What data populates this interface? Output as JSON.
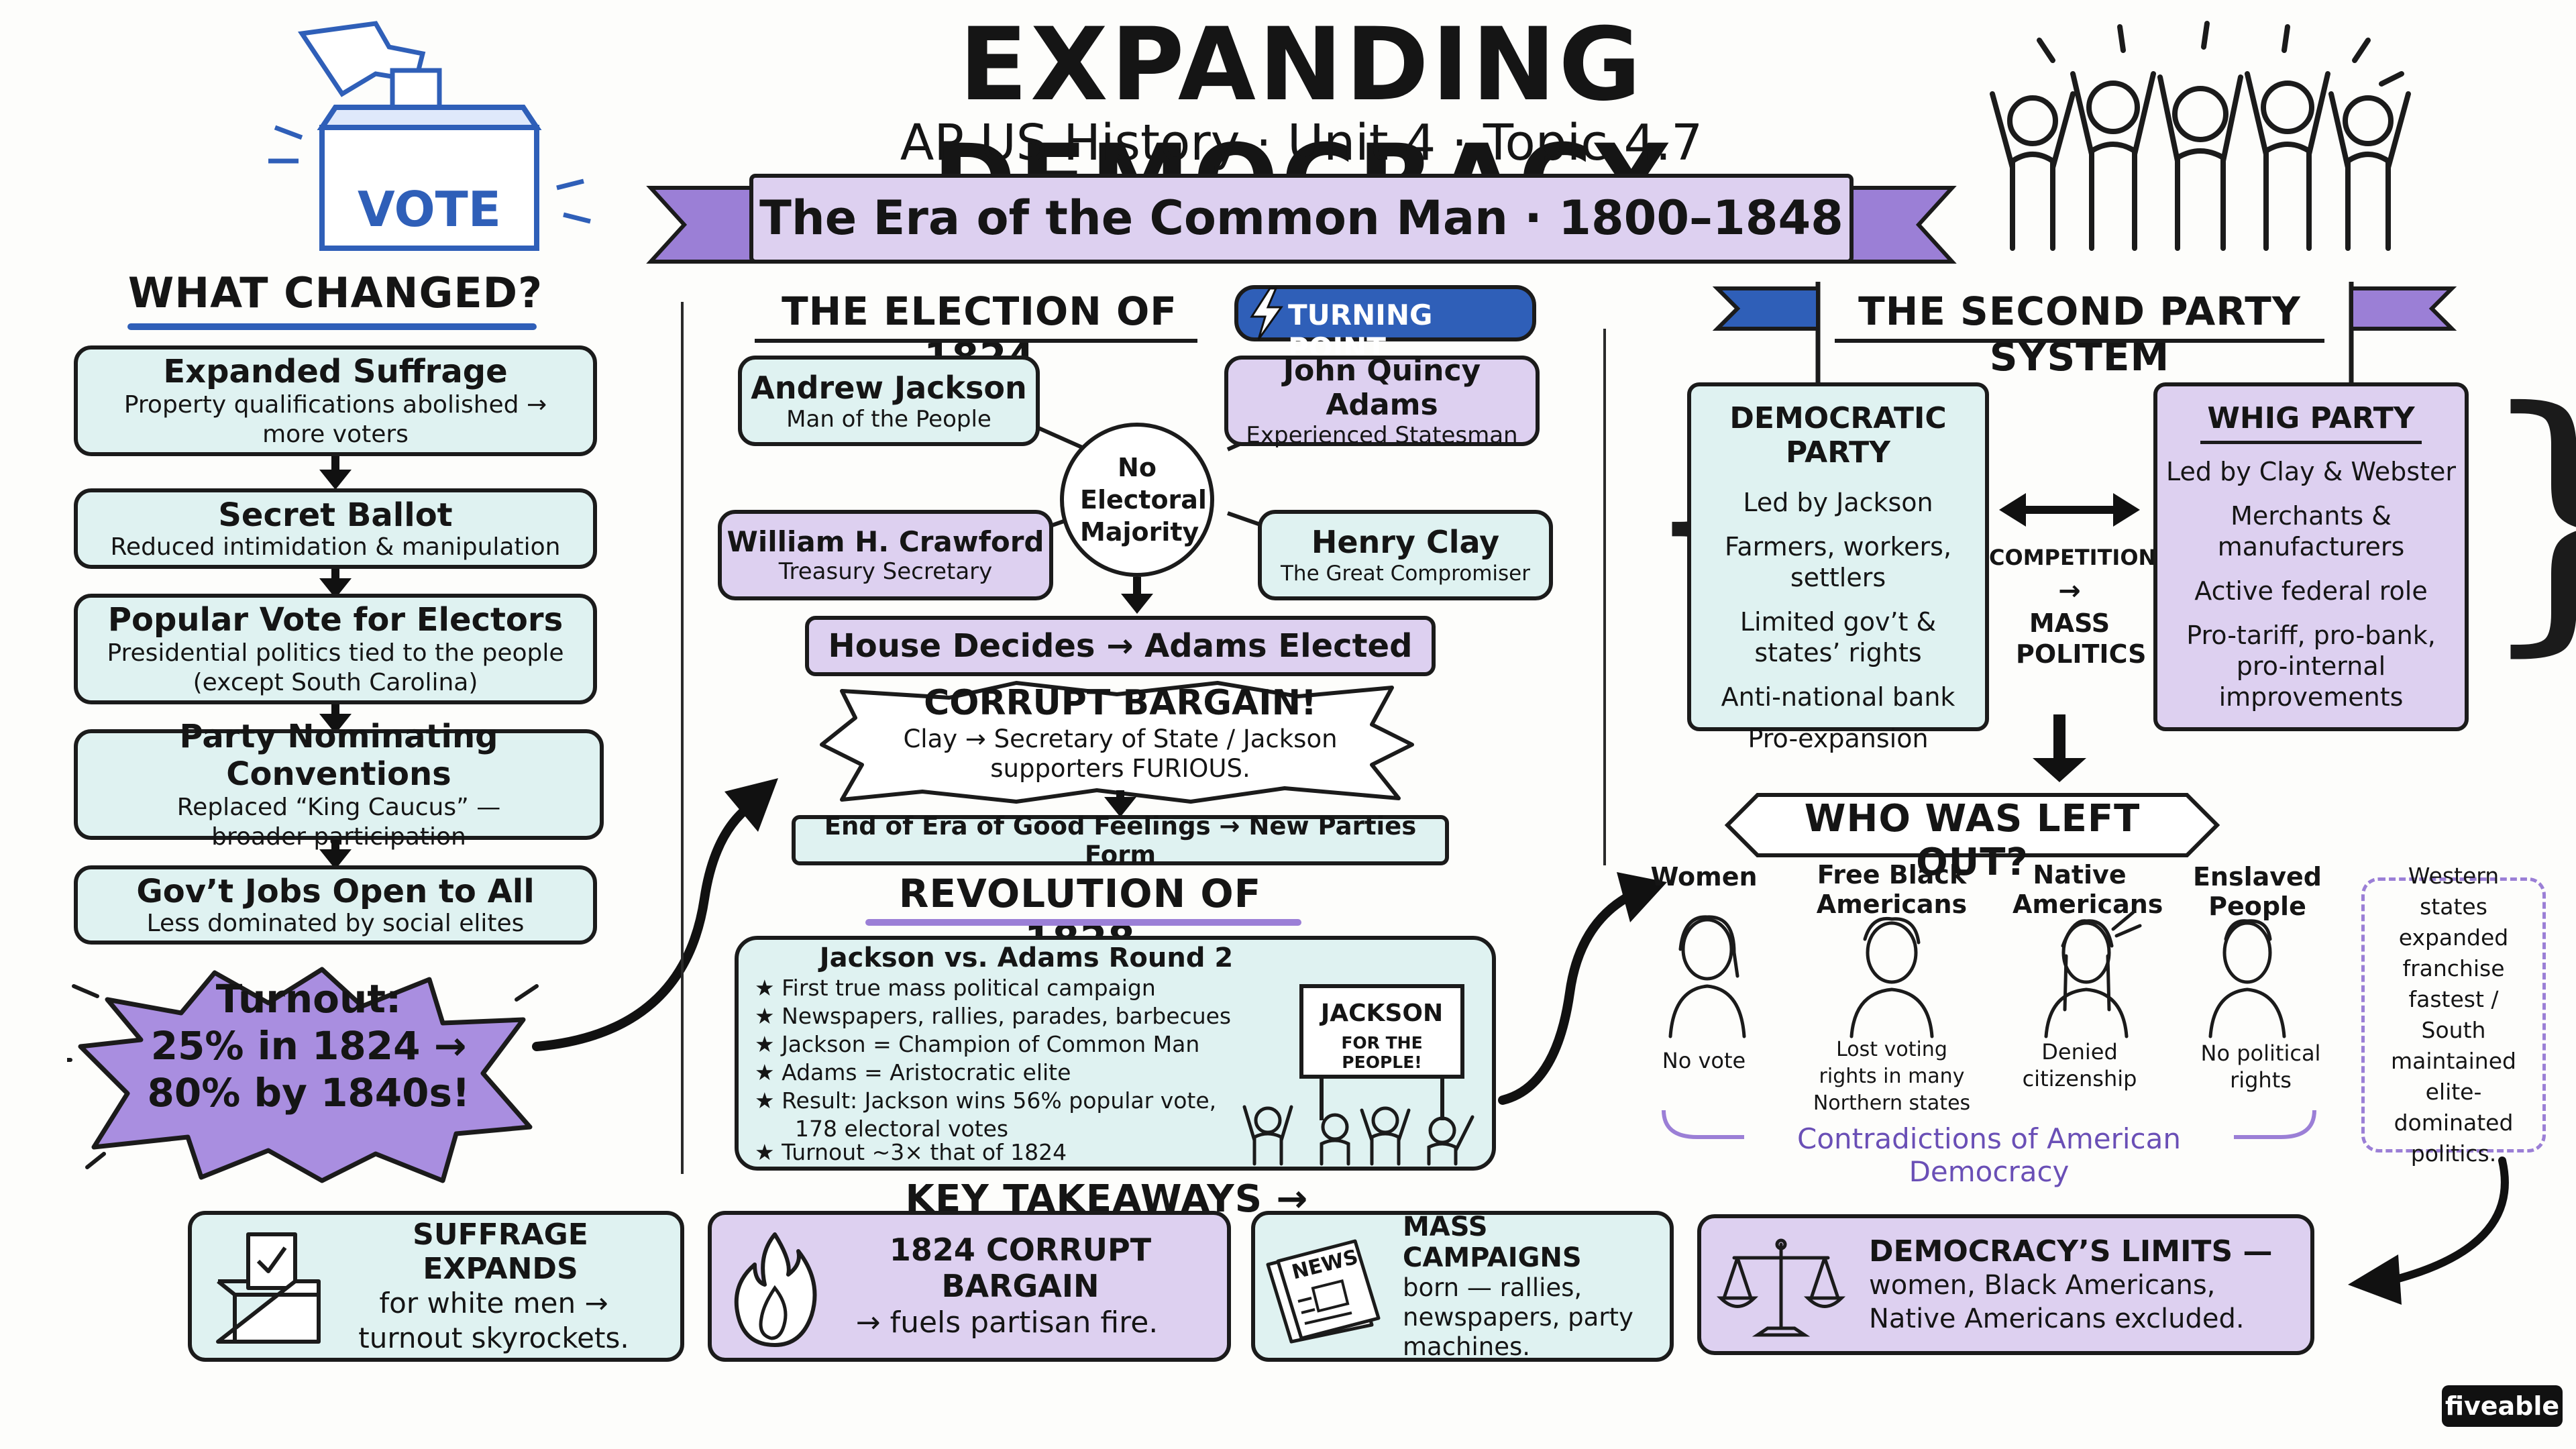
{
  "header": {
    "title": "EXPANDING DEMOCRACY",
    "subtitle": "AP US History · Unit 4 · Topic 4.7",
    "banner": "The Era of the Common Man · 1800–1848",
    "vote_label": "VOTE"
  },
  "what_changed": {
    "heading": "WHAT CHANGED?",
    "items": [
      {
        "title": "Expanded Suffrage",
        "desc": "Property qualifications abolished → more voters"
      },
      {
        "title": "Secret Ballot",
        "desc": "Reduced intimidation & manipulation"
      },
      {
        "title": "Popular Vote for Electors",
        "desc": "Presidential politics tied to the people (except South Carolina)"
      },
      {
        "title": "Party Nominating Conventions",
        "desc": "Replaced “King Caucus” — broader participation"
      },
      {
        "title": "Gov’t Jobs Open to All",
        "desc": "Less dominated by social elites"
      }
    ],
    "turnout_title": "Turnout:",
    "turnout_line1": "25% in 1824 →",
    "turnout_line2": "80% by 1840s!"
  },
  "election_1824": {
    "heading": "THE ELECTION OF 1824",
    "badge": "TURNING POINT",
    "candidates": [
      {
        "name": "Andrew Jackson",
        "desc": "Man of the People"
      },
      {
        "name": "John Quincy Adams",
        "desc": "Experienced Statesman"
      },
      {
        "name": "William H. Crawford",
        "desc": "Treasury Secretary"
      },
      {
        "name": "Henry Clay",
        "desc": "The Great Compromiser"
      }
    ],
    "center": "No Electoral Majority",
    "house": "House Decides → Adams Elected",
    "bargain_title": "CORRUPT BARGAIN!",
    "bargain_desc": "Clay → Secretary of State / Jackson supporters FURIOUS.",
    "end_era": "End of Era of Good Feelings → New Parties Form"
  },
  "revolution_1828": {
    "heading": "REVOLUTION OF 1828",
    "box_title": "Jackson vs. Adams Round 2",
    "bullets": [
      "First true mass political campaign",
      "Newspapers, rallies, parades, barbecues",
      "Jackson = Champion of Common Man",
      "Adams = Aristocratic elite",
      "Result: Jackson wins 56% popular vote,",
      "Turnout ~3× that of 1824"
    ],
    "bullet_cont": "178 electoral votes",
    "sign_line1": "JACKSON",
    "sign_line2": "FOR THE PEOPLE!"
  },
  "second_party": {
    "heading": "THE SECOND PARTY SYSTEM",
    "democratic": {
      "title": "DEMOCRATIC PARTY",
      "items": [
        "Led by Jackson",
        "Farmers, workers, settlers",
        "Limited gov’t & states’ rights",
        "Anti-national bank",
        "Pro-expansion"
      ]
    },
    "whig": {
      "title": "WHIG PARTY",
      "items": [
        "Led by Clay & Webster",
        "Merchants & manufacturers",
        "Active federal role",
        "Pro-tariff, pro-bank, pro-internal improvements"
      ]
    },
    "competition_line1": "COMPETITION",
    "competition_line2": "→",
    "competition_line3": "MASS POLITICS"
  },
  "left_out": {
    "heading": "WHO WAS LEFT OUT?",
    "groups": [
      {
        "name": "Women",
        "status": "No vote"
      },
      {
        "name": "Free Black Americans",
        "status": "Lost voting rights in many Northern states"
      },
      {
        "name": "Native Americans",
        "status": "Denied citizenship"
      },
      {
        "name": "Enslaved People",
        "status": "No political rights"
      }
    ],
    "contradictions": "Contradictions of American Democracy",
    "note": "Western states expanded franchise fastest / South maintained elite-dominated politics."
  },
  "takeaways": {
    "heading": "KEY TAKEAWAYS →",
    "cards": [
      {
        "title": "SUFFRAGE EXPANDS",
        "desc": "for white men → turnout skyrockets."
      },
      {
        "title": "1824 CORRUPT BARGAIN",
        "desc": "→ fuels partisan fire."
      },
      {
        "title": "MASS CAMPAIGNS",
        "desc": "born — rallies, newspapers, party machines."
      },
      {
        "title": "DEMOCRACY’S LIMITS —",
        "desc": "women, Black Americans, Native Americans excluded."
      }
    ],
    "news_label": "NEWS"
  },
  "brand": "fiveable",
  "colors": {
    "purple": "#ddd0f0",
    "purple_dark": "#9b7fd6",
    "teal": "#dff2f1",
    "blue": "#2f5fb8"
  }
}
